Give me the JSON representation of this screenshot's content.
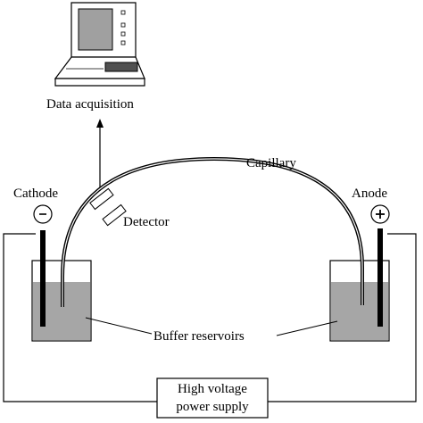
{
  "labels": {
    "data_acquisition": "Data acquisition",
    "capillary": "Capillary",
    "cathode": "Cathode",
    "anode": "Anode",
    "detector": "Detector",
    "buffer_reservoirs": "Buffer reservoirs",
    "power_supply_line1": "High voltage",
    "power_supply_line2": "power supply",
    "cathode_sign": "-",
    "anode_sign": "+"
  },
  "colors": {
    "line": "#000000",
    "buffer_fill": "#a6a6a6",
    "reservoir_fill": "#ffffff",
    "monitor_screen": "#a0a0a0"
  },
  "icons": {
    "computer": "computer-icon"
  }
}
